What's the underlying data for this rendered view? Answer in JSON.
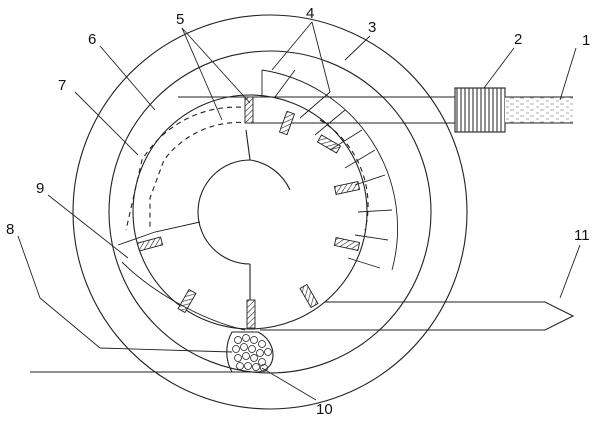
{
  "labels": {
    "l1": "1",
    "l2": "2",
    "l3": "3",
    "l4": "4",
    "l5": "5",
    "l6": "6",
    "l7": "7",
    "l8": "8",
    "l9": "9",
    "l10": "10",
    "l11": "11"
  },
  "colors": {
    "stroke": "#222222",
    "background": "#ffffff"
  }
}
